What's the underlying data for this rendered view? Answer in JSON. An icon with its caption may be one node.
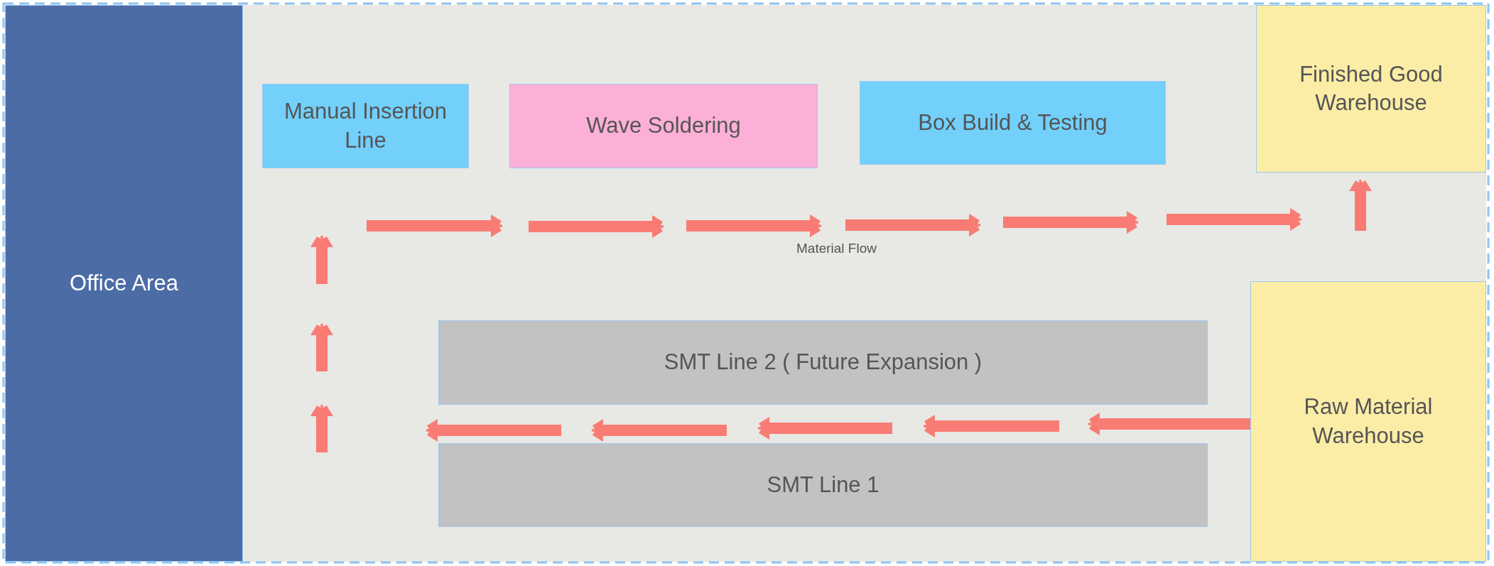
{
  "diagram": {
    "nodes": [
      {
        "text": [
          "Office Area"
        ]
      },
      {
        "text": [
          "Manual Insertion Line"
        ]
      },
      {
        "text": [
          "Wave Soldering"
        ]
      },
      {
        "text": [
          "Box Build & Testing"
        ]
      },
      {
        "text": [
          "Finished Good Warehouse"
        ]
      },
      {
        "text": [
          "SMT Line 2 ( Future Expansion )"
        ]
      },
      {
        "text": [
          "SMT Line 1"
        ]
      },
      {
        "text": [
          "Raw Material Warehouse"
        ]
      }
    ],
    "edges": [
      {
        "from": 7,
        "to": 4,
        "arrow": "to",
        "label": "Material Flow",
        "style": "dashed"
      }
    ]
  }
}
